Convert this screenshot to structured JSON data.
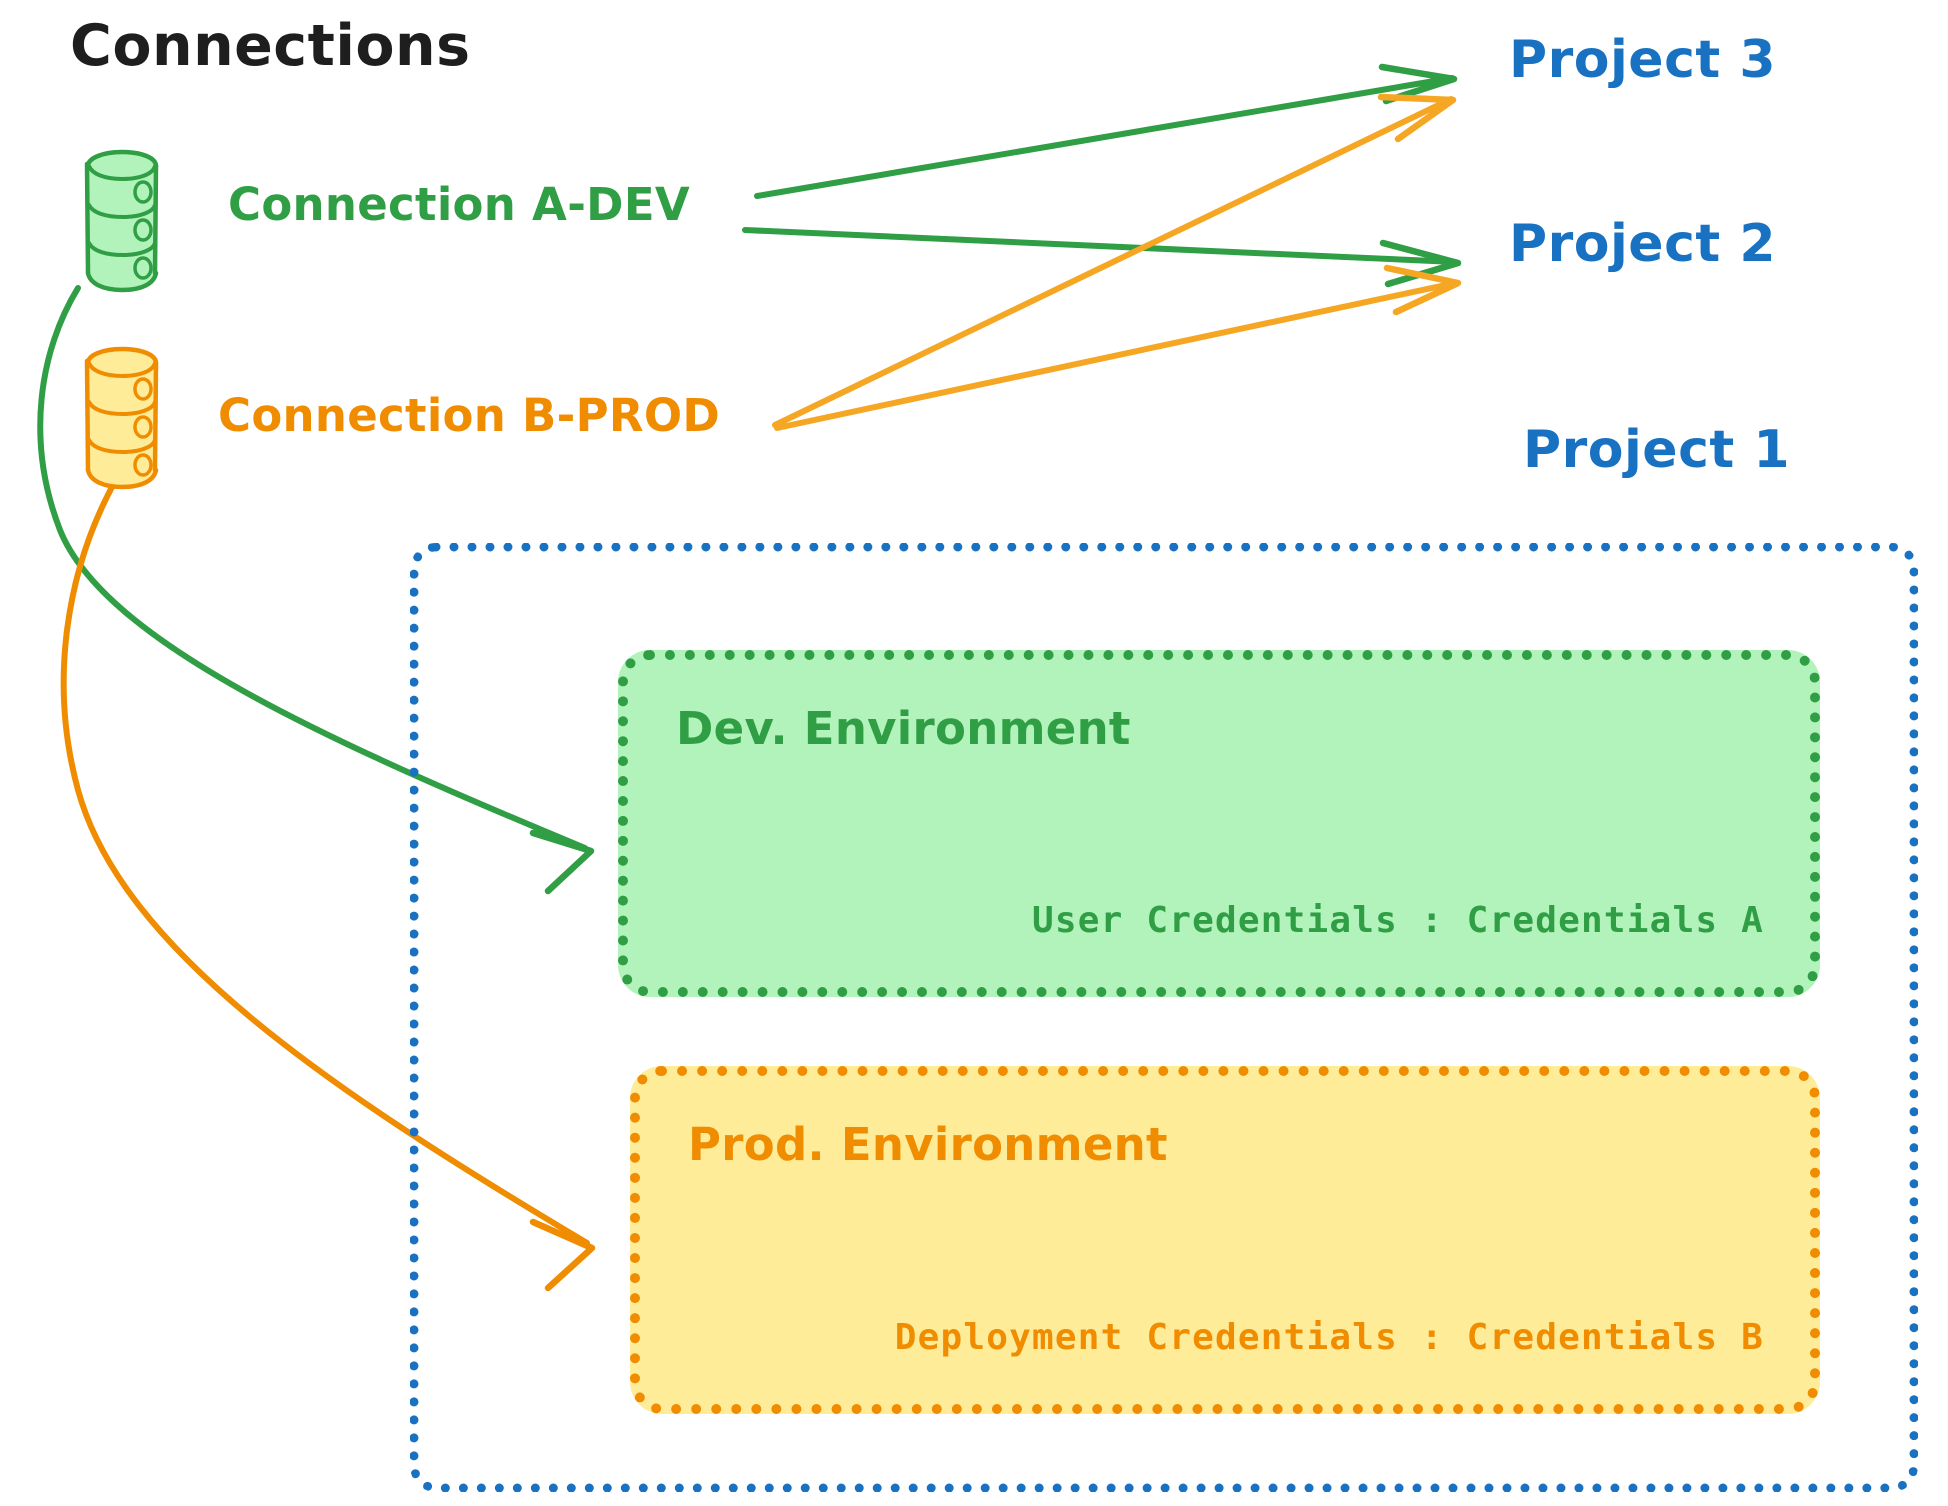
{
  "diagram": {
    "title": "Connections",
    "title_color": "#1e1e1e",
    "background": "#ffffff"
  },
  "connections": [
    {
      "id": "conn-a-dev",
      "label": "Connection A-DEV",
      "icon": "database-cylinder-icon",
      "color": "#2f9e44",
      "fill": "#b2f2bb"
    },
    {
      "id": "conn-b-prod",
      "label": "Connection B-PROD",
      "icon": "database-cylinder-icon",
      "color": "#f08c00",
      "fill": "#ffec99"
    }
  ],
  "projects": [
    {
      "id": "project-3",
      "label": "Project 3",
      "color": "#1971c2"
    },
    {
      "id": "project-2",
      "label": "Project 2",
      "color": "#1971c2"
    },
    {
      "id": "project-1",
      "label": "Project 1",
      "color": "#1971c2"
    }
  ],
  "project1": {
    "border_color": "#1971c2",
    "border_style": "dotted",
    "environments": [
      {
        "id": "dev-environment",
        "title": "Dev. Environment",
        "credentials_label": "User Credentials",
        "credentials_value": "Credentials A",
        "credentials_line": "User Credentials : Credentials A",
        "color": "#2f9e44",
        "fill": "#b2f2bb"
      },
      {
        "id": "prod-environment",
        "title": "Prod. Environment",
        "credentials_label": "Deployment Credentials",
        "credentials_value": "Credentials B",
        "credentials_line": "Deployment Credentials : Credentials B",
        "color": "#f08c00",
        "fill": "#ffec99"
      }
    ]
  },
  "edges": [
    {
      "id": "edge-a-dev-to-project-3",
      "from": "conn-a-dev",
      "to": "project-3",
      "color": "#2f9e44",
      "style": "straight-arrow"
    },
    {
      "id": "edge-a-dev-to-project-2",
      "from": "conn-a-dev",
      "to": "project-2",
      "color": "#2f9e44",
      "style": "straight-arrow"
    },
    {
      "id": "edge-b-prod-to-project-3",
      "from": "conn-b-prod",
      "to": "project-3",
      "color": "#f5a623",
      "style": "straight-arrow"
    },
    {
      "id": "edge-b-prod-to-project-2",
      "from": "conn-b-prod",
      "to": "project-2",
      "color": "#f5a623",
      "style": "straight-arrow"
    },
    {
      "id": "edge-a-dev-to-dev-environment",
      "from": "conn-a-dev",
      "to": "dev-environment",
      "color": "#2f9e44",
      "style": "curved-arrow"
    },
    {
      "id": "edge-b-prod-to-prod-environment",
      "from": "conn-b-prod",
      "to": "prod-environment",
      "color": "#f08c00",
      "style": "curved-arrow"
    }
  ],
  "palette": {
    "green_stroke": "#2f9e44",
    "green_fill": "#b2f2bb",
    "orange_stroke": "#f08c00",
    "orange_fill": "#ffec99",
    "amber_arrow": "#f5a623",
    "blue": "#1971c2",
    "ink": "#1e1e1e"
  }
}
